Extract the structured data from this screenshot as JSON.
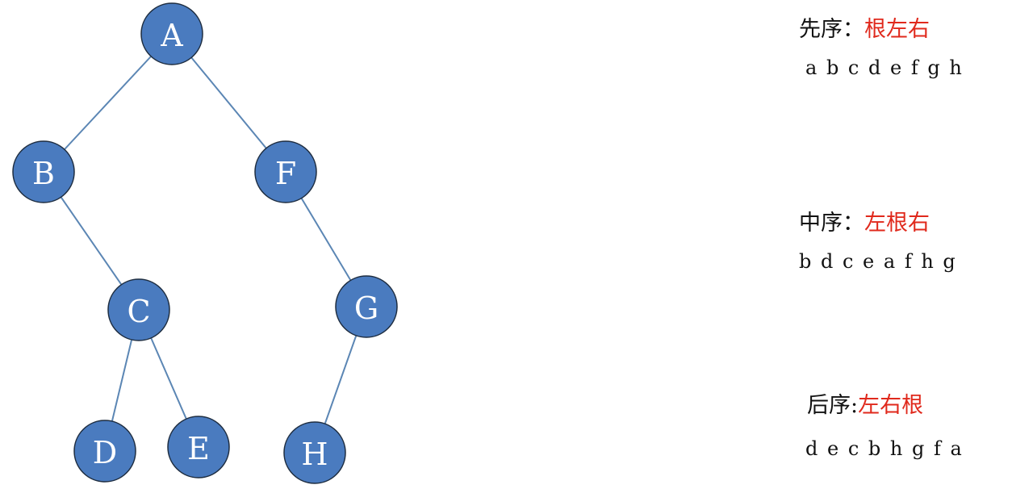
{
  "tree": {
    "nodes": [
      {
        "id": "A",
        "label": "A"
      },
      {
        "id": "B",
        "label": "B"
      },
      {
        "id": "F",
        "label": "F"
      },
      {
        "id": "C",
        "label": "C"
      },
      {
        "id": "G",
        "label": "G"
      },
      {
        "id": "D",
        "label": "D"
      },
      {
        "id": "E",
        "label": "E"
      },
      {
        "id": "H",
        "label": "H"
      }
    ],
    "edges": [
      [
        "A",
        "B"
      ],
      [
        "A",
        "F"
      ],
      [
        "B",
        "C"
      ],
      [
        "F",
        "G"
      ],
      [
        "C",
        "D"
      ],
      [
        "C",
        "E"
      ],
      [
        "G",
        "H"
      ]
    ],
    "colors": {
      "node_fill": "#4a7bbf",
      "node_stroke": "#1e2d40",
      "edge": "#5b86b4",
      "label": "#ffffff"
    }
  },
  "traversals": [
    {
      "name": "先序",
      "sep": "：",
      "rule": "根左右",
      "sequence": "a b c d e f g h"
    },
    {
      "name": "中序",
      "sep": "：",
      "rule": "左根右",
      "sequence": "b d c e a f h g"
    },
    {
      "name": "后序",
      "sep": ":",
      "rule": "左右根",
      "sequence": "d e c b h g f a"
    }
  ],
  "colors": {
    "rule_text": "#e0291c",
    "text": "#111111"
  }
}
